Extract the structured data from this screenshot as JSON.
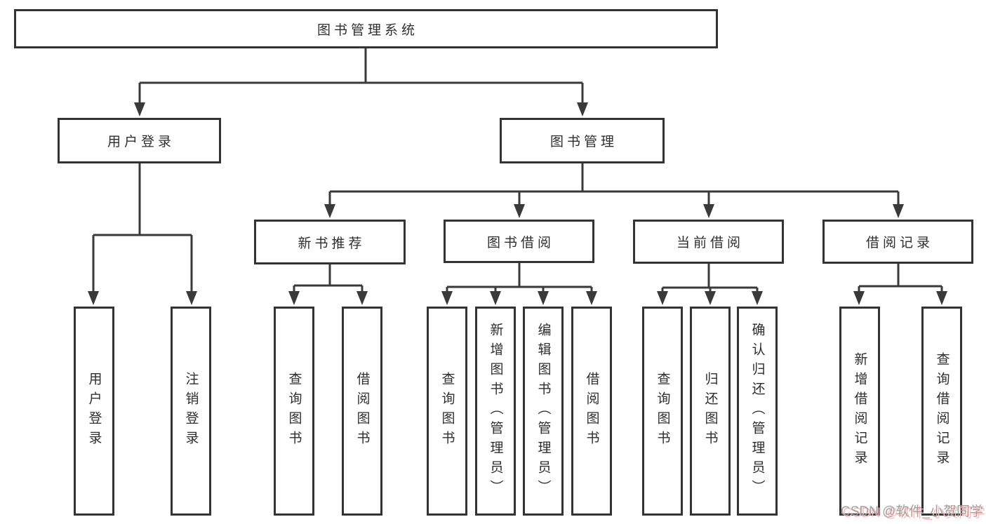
{
  "diagram": {
    "root": {
      "label": "图书管理系统"
    },
    "level2": [
      {
        "label": "用户登录",
        "children": [
          {
            "label": "用户登录"
          },
          {
            "label": "注销登录"
          }
        ]
      },
      {
        "label": "图书管理",
        "children": [
          {
            "label": "新书推荐",
            "children": [
              {
                "label": "查询图书"
              },
              {
                "label": "借阅图书"
              }
            ]
          },
          {
            "label": "图书借阅",
            "children": [
              {
                "label": "查询图书"
              },
              {
                "label": "新增图书（管理员）"
              },
              {
                "label": "编辑图书（管理员）"
              },
              {
                "label": "借阅图书"
              }
            ]
          },
          {
            "label": "当前借阅",
            "children": [
              {
                "label": "查询图书"
              },
              {
                "label": "归还图书"
              },
              {
                "label": "确认归还（管理员）"
              }
            ]
          },
          {
            "label": "借阅记录",
            "children": [
              {
                "label": "新增借阅记录"
              },
              {
                "label": "查询借阅记录"
              }
            ]
          }
        ]
      }
    ]
  },
  "watermark": {
    "text": "CSDN @软件_小贺同学"
  },
  "colors": {
    "line": "#3a3a3a",
    "box_border": "#333333",
    "text": "#2e2e2e",
    "background": "#ffffff",
    "watermark_gray": "#a0a0a0",
    "watermark_pink": "#ffb9b9"
  }
}
